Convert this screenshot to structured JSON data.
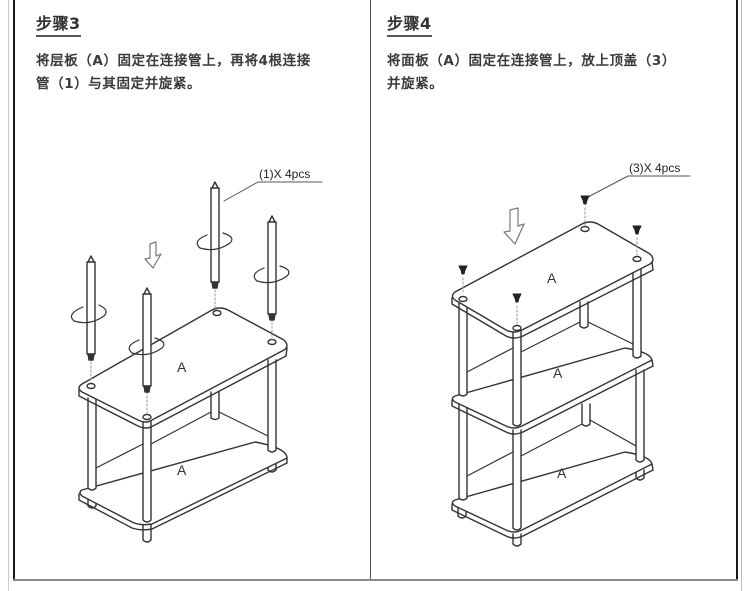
{
  "steps": [
    {
      "title": "步骤3",
      "instruction_line1": "将层板（A）固定在连接管上，再将4根连接",
      "instruction_line2": "管（1）与其固定并旋紧。",
      "callout": "(1)X 4pcs",
      "part_labels": [
        "A",
        "A"
      ],
      "icons": [
        "down-arrow-icon",
        "rotate-arrow-icon"
      ]
    },
    {
      "title": "步骤4",
      "instruction_line1": "将面板（A）固定在连接管上，放上顶盖（3）",
      "instruction_line2": "并旋紧。",
      "callout": "(3)X 4pcs",
      "part_labels": [
        "A",
        "A",
        "A"
      ],
      "icons": [
        "down-arrow-icon",
        "screw-cap-icon"
      ]
    }
  ],
  "colors": {
    "line": "#333333",
    "frame": "#1a1a1a",
    "text": "#333333"
  }
}
